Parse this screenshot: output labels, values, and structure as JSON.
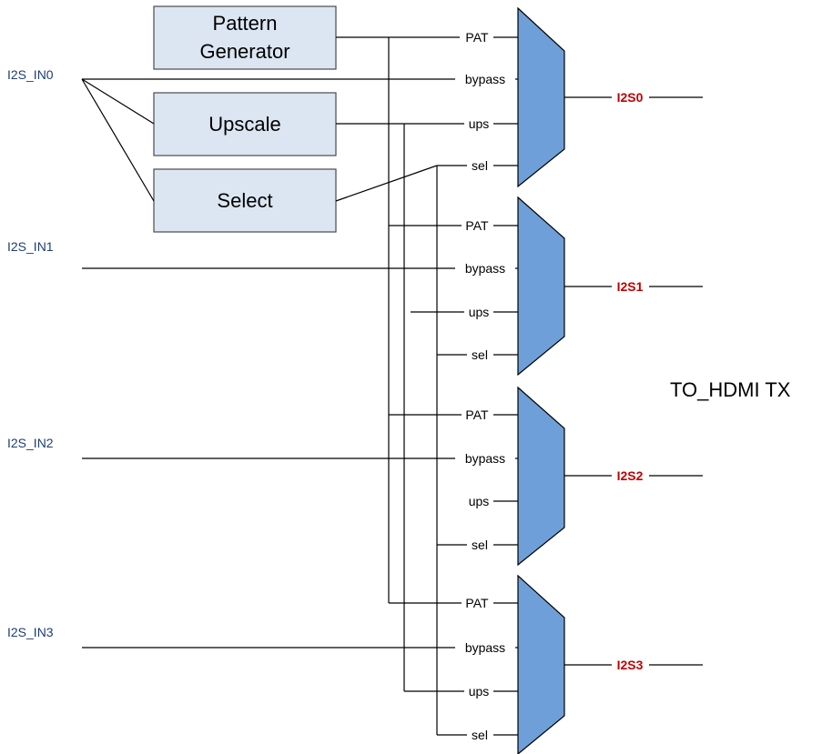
{
  "inputs": [
    "I2S_IN0",
    "I2S_IN1",
    "I2S_IN2",
    "I2S_IN3"
  ],
  "blocks": {
    "pattern_generator": [
      "Pattern",
      "Generator"
    ],
    "upscale": "Upscale",
    "select": "Select"
  },
  "muxes": [
    {
      "output": "I2S0",
      "ports": [
        "PAT",
        "bypass",
        "ups",
        "sel"
      ]
    },
    {
      "output": "I2S1",
      "ports": [
        "PAT",
        "bypass",
        "ups",
        "sel"
      ]
    },
    {
      "output": "I2S2",
      "ports": [
        "PAT",
        "bypass",
        "ups",
        "sel"
      ]
    },
    {
      "output": "I2S3",
      "ports": [
        "PAT",
        "bypass",
        "ups",
        "sel"
      ]
    }
  ],
  "destination": "TO_HDMI TX",
  "colors": {
    "block_fill": "#dce6f2",
    "mux_fill": "#6f9fd8",
    "output_label": "#c00000",
    "input_label": "#1f3d73"
  }
}
